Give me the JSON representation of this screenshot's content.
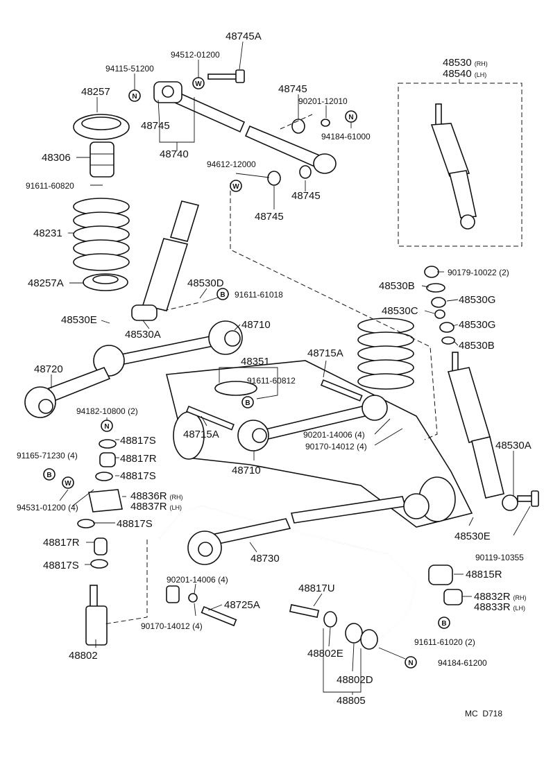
{
  "diagram": {
    "labels": [
      {
        "id": "p48745A",
        "text": "48745A"
      },
      {
        "id": "p94512",
        "text": "94512-01200"
      },
      {
        "id": "p94115",
        "text": "94115-51200"
      },
      {
        "id": "p48257",
        "text": "48257"
      },
      {
        "id": "p48745a",
        "text": "48745"
      },
      {
        "id": "p48740",
        "text": "48740"
      },
      {
        "id": "p48306",
        "text": "48306"
      },
      {
        "id": "p91611_60820",
        "text": "91611-60820"
      },
      {
        "id": "p48745b",
        "text": "48745"
      },
      {
        "id": "p90201_12010",
        "text": "90201-12010"
      },
      {
        "id": "p94184_61000",
        "text": "94184-61000"
      },
      {
        "id": "p94612",
        "text": "94612-12000"
      },
      {
        "id": "p48745c",
        "text": "48745"
      },
      {
        "id": "p48745d",
        "text": "48745"
      },
      {
        "id": "p48530rh",
        "text": "48530"
      },
      {
        "id": "p48540lh",
        "text": "48540"
      },
      {
        "id": "p48231",
        "text": "48231"
      },
      {
        "id": "p48257A",
        "text": "48257A"
      },
      {
        "id": "p48530D",
        "text": "48530D"
      },
      {
        "id": "p91611_61018",
        "text": "91611-61018"
      },
      {
        "id": "p90179",
        "text": "90179-10022 (2)"
      },
      {
        "id": "p48530B_l",
        "text": "48530B"
      },
      {
        "id": "p48530G_a",
        "text": "48530G"
      },
      {
        "id": "p48530C",
        "text": "48530C"
      },
      {
        "id": "p48530G_b",
        "text": "48530G"
      },
      {
        "id": "p48530B_r",
        "text": "48530B"
      },
      {
        "id": "p48530E_a",
        "text": "48530E"
      },
      {
        "id": "p48710_a",
        "text": "48710"
      },
      {
        "id": "p48530A_a",
        "text": "48530A"
      },
      {
        "id": "p48720",
        "text": "48720"
      },
      {
        "id": "p48351",
        "text": "48351"
      },
      {
        "id": "p48715A_a",
        "text": "48715A"
      },
      {
        "id": "p91611_60812",
        "text": "91611-60812"
      },
      {
        "id": "p94182",
        "text": "94182-10800 (2)"
      },
      {
        "id": "p48715A_b",
        "text": "48715A"
      },
      {
        "id": "p48817S_a",
        "text": "48817S"
      },
      {
        "id": "p90201_14006_a",
        "text": "90201-14006 (4)"
      },
      {
        "id": "p90170_14012_a",
        "text": "90170-14012 (4)"
      },
      {
        "id": "p91165",
        "text": "91165-71230 (4)"
      },
      {
        "id": "p48817R_a",
        "text": "48817R"
      },
      {
        "id": "p48710_b",
        "text": "48710"
      },
      {
        "id": "p48817S_b",
        "text": "48817S"
      },
      {
        "id": "p48530A_b",
        "text": "48530A"
      },
      {
        "id": "p48836R",
        "text": "48836R"
      },
      {
        "id": "p48837R",
        "text": "48837R"
      },
      {
        "id": "p94531",
        "text": "94531-01200 (4)"
      },
      {
        "id": "p48817S_c",
        "text": "48817S"
      },
      {
        "id": "p48530E_b",
        "text": "48530E"
      },
      {
        "id": "p48817R_b",
        "text": "48817R"
      },
      {
        "id": "p48730",
        "text": "48730"
      },
      {
        "id": "p90119",
        "text": "90119-10355"
      },
      {
        "id": "p48817S_d",
        "text": "48817S"
      },
      {
        "id": "p48815R",
        "text": "48815R"
      },
      {
        "id": "p90201_14006_b",
        "text": "90201-14006 (4)"
      },
      {
        "id": "p48817U",
        "text": "48817U"
      },
      {
        "id": "p48832R",
        "text": "48832R"
      },
      {
        "id": "p48833R",
        "text": "48833R"
      },
      {
        "id": "p48725A",
        "text": "48725A"
      },
      {
        "id": "p90170_14012_b",
        "text": "90170-14012 (4)"
      },
      {
        "id": "p91611_61020",
        "text": "91611-61020 (2)"
      },
      {
        "id": "p48802E",
        "text": "48802E"
      },
      {
        "id": "p94184_61200",
        "text": "94184-61200"
      },
      {
        "id": "p48802",
        "text": "48802"
      },
      {
        "id": "p48802D",
        "text": "48802D"
      },
      {
        "id": "p48805",
        "text": "48805"
      },
      {
        "id": "pMC",
        "text": "MC  D718"
      }
    ],
    "side_markers": {
      "rh": "(RH)",
      "lh": "(LH)"
    },
    "badges": {
      "w": "W",
      "n": "N",
      "b": "B"
    }
  }
}
